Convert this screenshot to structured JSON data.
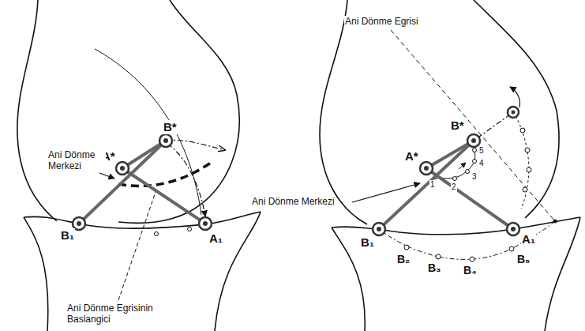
{
  "diagram": {
    "labels": [
      "A*",
      "B*",
      "Ani Dönme Merkezi",
      "B₁",
      "A₁",
      "Ani Dönme Egrisinin Baslangici",
      "Ani Dönme Egrisi",
      "B*",
      "A*",
      "1",
      "2",
      "3",
      "4",
      "5",
      "Ani Dönme Merkezi",
      "B₁",
      "A₁",
      "B₂",
      "B₃",
      "B₄",
      "B₅"
    ]
  }
}
